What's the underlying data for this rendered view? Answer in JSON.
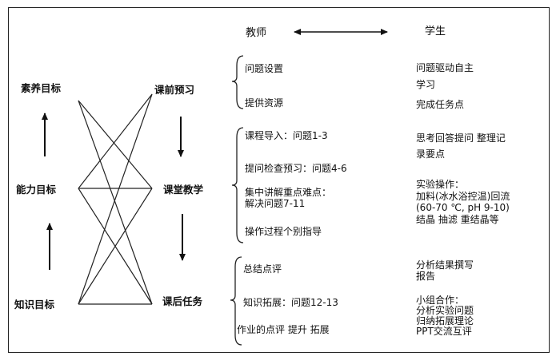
{
  "header": {
    "teacher": "教师",
    "student": "学生"
  },
  "goals": {
    "literacy": "素养目标",
    "ability": "能力目标",
    "knowledge": "知识目标"
  },
  "stages": {
    "pre": "课前预习",
    "class": "课堂教学",
    "post": "课后任务"
  },
  "teacher_items": {
    "pre": [
      "问题设置",
      "提供资源"
    ],
    "class": [
      "课程导入：问题1-3",
      "提问检查预习：问题4-6",
      "集中讲解重点难点：\n解决问题7-11",
      "操作过程个别指导"
    ],
    "post": [
      "总结点评",
      "知识拓展：问题12-13",
      "作业的点评 提升 拓展"
    ]
  },
  "student_items": {
    "pre": [
      "问题驱动自主\n学习",
      "完成任务点"
    ],
    "class": [
      "思考回答提问  整理记\n录要点",
      "实验操作：\n加料(冰水浴控温)回流\n(60-70 ℃, pH 9-10)\n结晶  抽滤  重结晶等"
    ],
    "post": [
      "分析结果撰写\n报告",
      "小组合作：\n分析实验问题\n归纳拓展理论\nPPT交流互评"
    ]
  }
}
